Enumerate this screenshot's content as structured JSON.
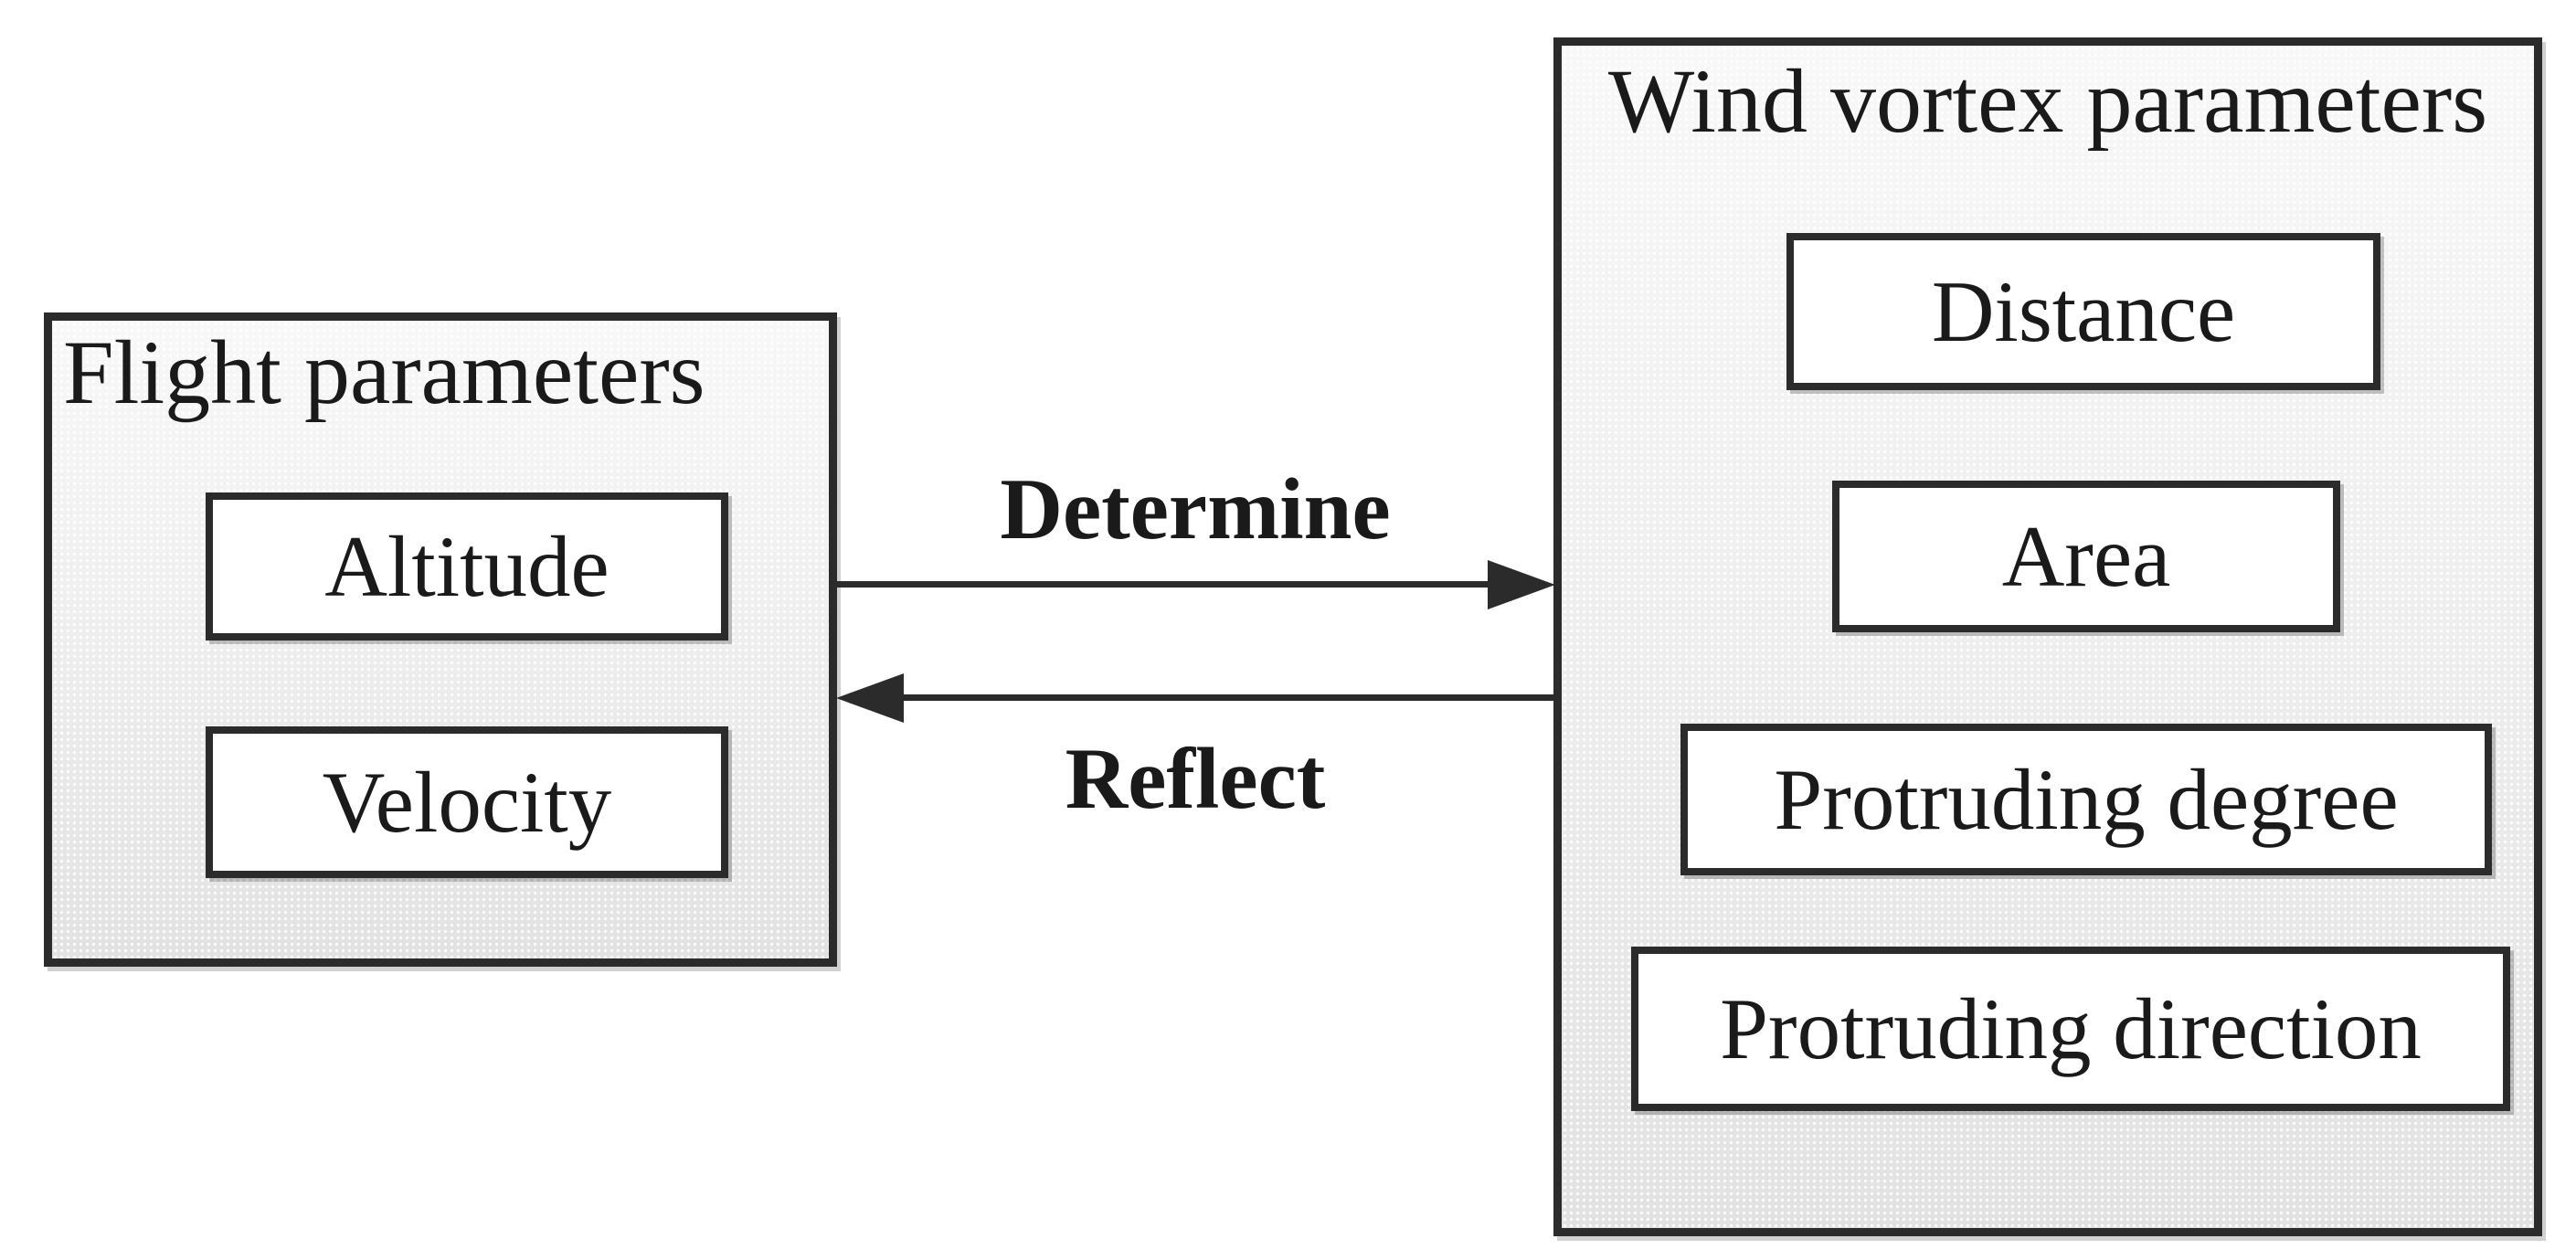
{
  "figure": {
    "type": "block-diagram",
    "background": "#ffffff"
  },
  "colors": {
    "border": "#2b2b2b",
    "text": "#1a1a1a",
    "panel_fill_top": "#f8f8f8",
    "panel_fill_bottom": "#e2e2e2",
    "node_fill": "#ffffff",
    "arrow": "#2b2b2b"
  },
  "panels": {
    "flight": {
      "title": "Flight parameters",
      "items": [
        "Altitude",
        "Velocity"
      ]
    },
    "wind_vortex": {
      "title": "Wind vortex parameters",
      "items": [
        "Distance",
        "Area",
        "Protruding degree",
        "Protruding direction"
      ]
    }
  },
  "arrows": {
    "determine": {
      "label": "Determine",
      "direction": "left-to-right"
    },
    "reflect": {
      "label": "Reflect",
      "direction": "right-to-left"
    }
  }
}
